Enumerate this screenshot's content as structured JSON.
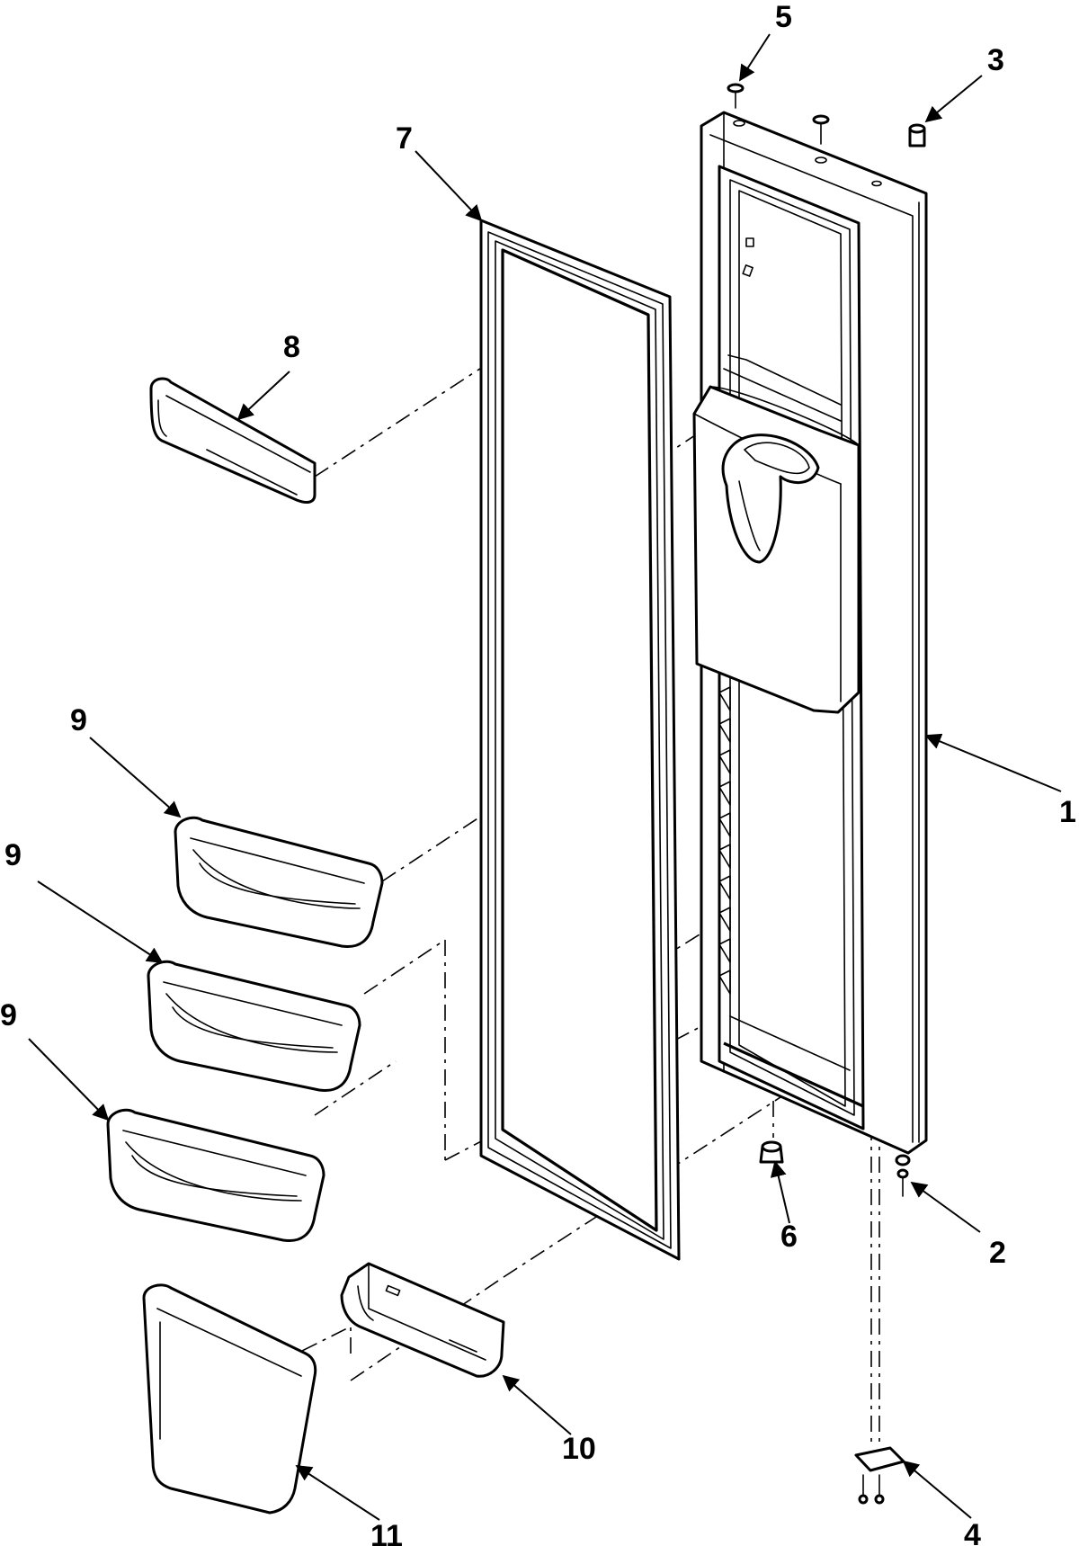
{
  "callouts": {
    "c1": "1",
    "c2": "2",
    "c3": "3",
    "c4": "4",
    "c5": "5",
    "c6": "6",
    "c7": "7",
    "c8": "8",
    "c9a": "9",
    "c9b": "9",
    "c9c": "9",
    "c10": "10",
    "c11": "11"
  }
}
